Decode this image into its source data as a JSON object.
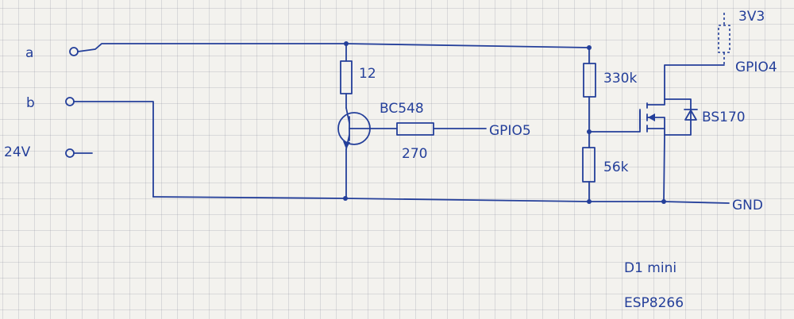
{
  "colors": {
    "ink": "#243f9a",
    "paper": "#f3f2ee",
    "grid": "#9696a5"
  },
  "terminals": {
    "a": "a",
    "b": "b",
    "v24": "24V"
  },
  "components": {
    "r_collector": "12",
    "transistor": "BC548",
    "r_base": "270",
    "r_top": "330k",
    "r_bottom": "56k",
    "mosfet": "BS170"
  },
  "nets": {
    "gpio5": "GPIO5",
    "gpio4": "GPIO4",
    "v33": "3V3",
    "gnd": "GND"
  },
  "board": {
    "line1": "D1 mini",
    "line2": "ESP8266"
  }
}
